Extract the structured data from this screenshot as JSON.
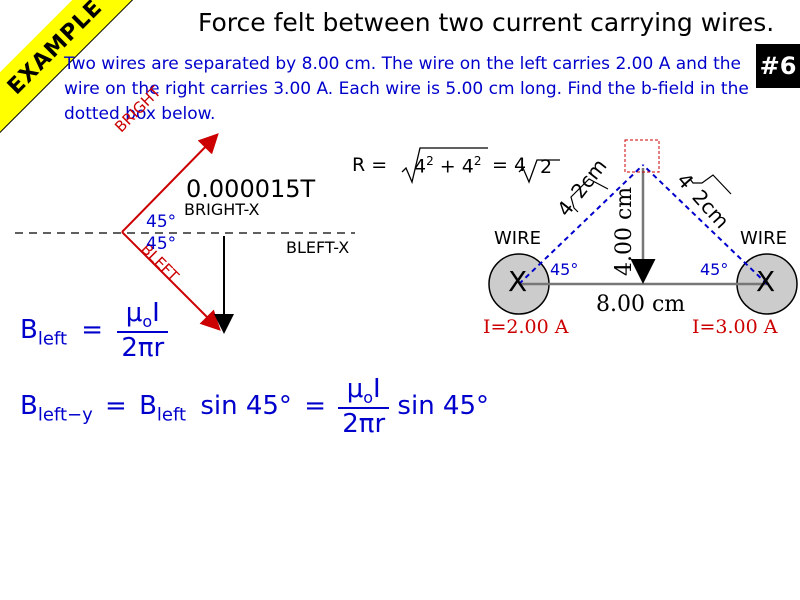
{
  "banner": {
    "label": "EXAMPLE"
  },
  "title": "Force felt between two current carrying wires.",
  "problem_text": "Two wires are separated by 8.00 cm. The wire on the left carries 2.00 A and the wire on the right carries 3.00 A. Each wire is 5.00 cm long. Find the b-field in the dotted box below.",
  "badge": "#6",
  "vector_diagram": {
    "b_right": "BRIGHT",
    "b_left": "BLEFT",
    "b_right_x": "BRIGHT-X",
    "b_left_x": "BLEFT-X",
    "angle_top": "45°",
    "angle_bottom": "45°",
    "b_value": "0.000015T"
  },
  "r_equation": {
    "lhs": "R =",
    "term_a": "4",
    "term_b": "4",
    "exp": "2",
    "plus": "+",
    "equals": "=",
    "result_coef": "4",
    "result_rad": "2"
  },
  "geometry": {
    "wire_left_label": "WIRE",
    "wire_right_label": "WIRE",
    "wire_symbol": "X",
    "angle_left": "45°",
    "angle_right": "45°",
    "hyp_left_coef": "4",
    "hyp_left_rad": "2cm",
    "hyp_right_coef": "4",
    "hyp_right_rad": "2cm",
    "height": "4.00 cm",
    "base": "8.00 cm",
    "current_left": "I=2.00 A",
    "current_right": "I=3.00 A"
  },
  "formula1": {
    "lhs_main": "B",
    "lhs_sub": "left",
    "equals": "=",
    "num_mu": "μ",
    "num_sub": "o",
    "num_i": "I",
    "den": "2πr"
  },
  "formula2": {
    "lhs_main": "B",
    "lhs_sub": "left−y",
    "equals1": "=",
    "mid_main": "B",
    "mid_sub": "left",
    "mid_sin": "sin 45°",
    "equals2": "=",
    "num_mu": "μ",
    "num_sub": "o",
    "num_i": "I",
    "den": "2πr",
    "tail_sin": "sin 45°"
  }
}
